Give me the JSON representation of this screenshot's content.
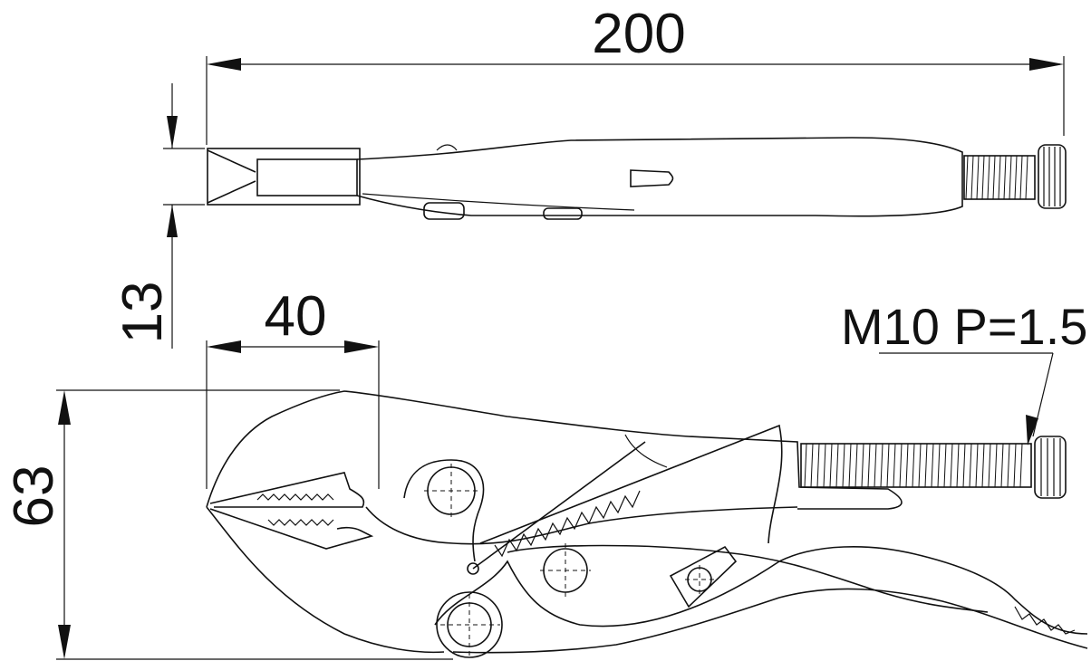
{
  "dimensions": {
    "overall_length": "200",
    "thickness": "13",
    "jaw_length": "40",
    "height": "63"
  },
  "thread_spec": "M10 P=1.5"
}
